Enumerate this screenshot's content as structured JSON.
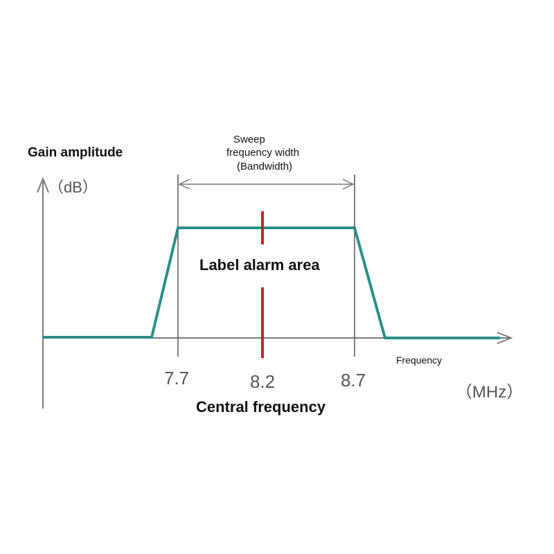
{
  "labels": {
    "y_axis_title": "Gain amplitude",
    "y_axis_unit": "（dB）",
    "bandwidth_line1": "Sweep",
    "bandwidth_line2": "frequency width",
    "bandwidth_line3": "(Bandwidth)",
    "alarm_area": "Label alarm area",
    "x_axis_title": "Frequency",
    "x_axis_unit": "（MHz）",
    "center_caption": "Central frequency"
  },
  "ticks": [
    {
      "value": 7.7,
      "label": "7.7"
    },
    {
      "value": 8.2,
      "label": "8.2"
    },
    {
      "value": 8.7,
      "label": "8.7"
    }
  ],
  "colors": {
    "response_curve": "#2a8f88",
    "center_marker": "#cc1f2b",
    "axis": "#7a7a7a",
    "text": "#111111"
  },
  "icons": {
    "y_axis_arrow": "arrow-up-icon",
    "x_axis_arrow": "arrow-right-icon",
    "bandwidth_arrow": "double-arrow-icon"
  }
}
